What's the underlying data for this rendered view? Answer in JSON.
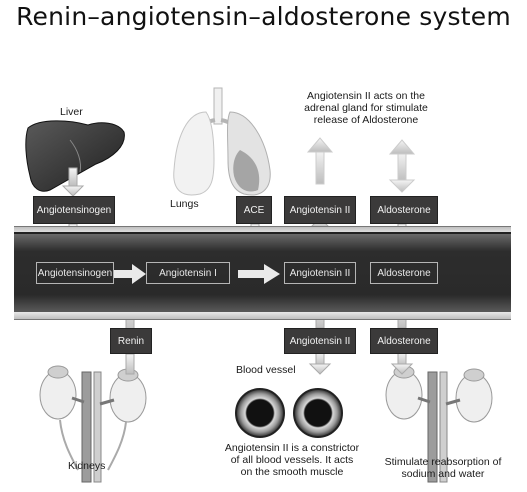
{
  "title": "Renin–angiotensin–aldosterone system",
  "labels": {
    "liver": "Liver",
    "lungs": "Lungs",
    "kidneys": "Kidneys",
    "blood_vessel": "Blood vessel",
    "adrenal_note": "Angiotensin II acts on the adrenal gland for stimulate release of Aldosterone",
    "constrictor_note": "Angiotensin II is a constrictor of all blood vessels. It acts on the smooth muscle",
    "reabsorption_note": "Stimulate reabsorption of sodium and water"
  },
  "top_boxes": {
    "angiotensinogen": "Angiotensinogen",
    "ace": "ACE",
    "angiotensin_ii": "Angiotensin II",
    "aldosterone": "Aldosterone"
  },
  "vessel_boxes": {
    "angiotensinogen": "Angiotensinogen",
    "angiotensin_i": "Angiotensin I",
    "angiotensin_ii": "Angiotensin II",
    "aldosterone": "Aldosterone"
  },
  "bottom_boxes": {
    "renin": "Renin",
    "angiotensin_ii": "Angiotensin II",
    "aldosterone": "Aldosterone"
  }
}
